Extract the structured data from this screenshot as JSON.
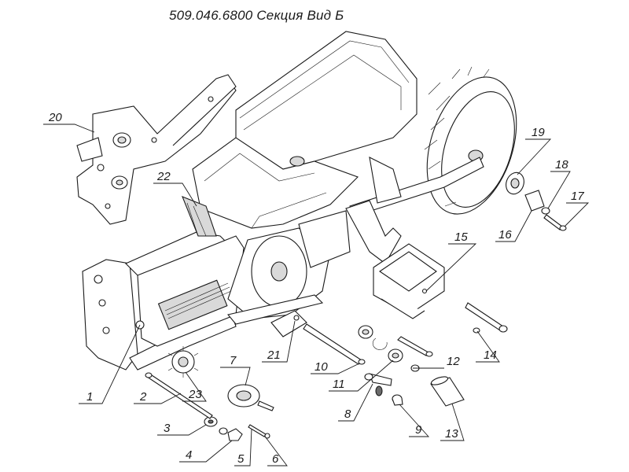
{
  "drawing": {
    "title": "509.046.6800 Секция Вид Б"
  },
  "callouts": [
    {
      "id": "1",
      "text": "1"
    },
    {
      "id": "2",
      "text": "2"
    },
    {
      "id": "3",
      "text": "3"
    },
    {
      "id": "4",
      "text": "4"
    },
    {
      "id": "5",
      "text": "5"
    },
    {
      "id": "6",
      "text": "6"
    },
    {
      "id": "7",
      "text": "7"
    },
    {
      "id": "8",
      "text": "8"
    },
    {
      "id": "9",
      "text": "9"
    },
    {
      "id": "10",
      "text": "10"
    },
    {
      "id": "11",
      "text": "11"
    },
    {
      "id": "12",
      "text": "12"
    },
    {
      "id": "13",
      "text": "13"
    },
    {
      "id": "14",
      "text": "14"
    },
    {
      "id": "15",
      "text": "15"
    },
    {
      "id": "16",
      "text": "16"
    },
    {
      "id": "17",
      "text": "17"
    },
    {
      "id": "18",
      "text": "18"
    },
    {
      "id": "19",
      "text": "19"
    },
    {
      "id": "20",
      "text": "20"
    },
    {
      "id": "21",
      "text": "21"
    },
    {
      "id": "22",
      "text": "22"
    },
    {
      "id": "23",
      "text": "23"
    }
  ]
}
